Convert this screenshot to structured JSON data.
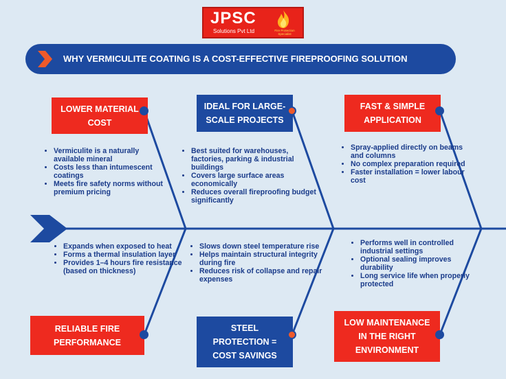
{
  "logo": {
    "name": "JPSC",
    "subtitle": "Solutions Pvt Ltd",
    "tagline": "Fire Protection Specialist"
  },
  "banner": {
    "title": "WHY VERMICULITE COATING IS A COST-EFFECTIVE FIREPROOFING SOLUTION"
  },
  "colors": {
    "red": "#ee2a1f",
    "blue": "#1d4aa0",
    "background": "#dde9f3",
    "dot_orange": "#ee5a2b"
  },
  "top": [
    {
      "title_lines": [
        "LOWER MATERIAL",
        "COST"
      ],
      "points": [
        "Vermiculite is a naturally available mineral",
        "Costs less than intumescent coatings",
        "Meets fire safety norms without premium pricing"
      ]
    },
    {
      "title_lines": [
        "IDEAL FOR LARGE-",
        "SCALE PROJECTS"
      ],
      "points": [
        "Best suited for warehouses, factories, parking & industrial buildings",
        "Covers large surface areas economically",
        "Reduces overall fireproofing budget significantly"
      ]
    },
    {
      "title_lines": [
        "FAST & SIMPLE",
        "APPLICATION"
      ],
      "points": [
        "Spray-applied directly on beams and columns",
        "No complex preparation required",
        "Faster installation = lower labour cost"
      ]
    }
  ],
  "bottom": [
    {
      "title_lines": [
        "RELIABLE FIRE",
        "PERFORMANCE"
      ],
      "points": [
        "Expands when exposed to heat",
        "Forms a thermal insulation layer",
        "Provides 1–4 hours fire resistance (based on thickness)"
      ]
    },
    {
      "title_lines": [
        "STEEL",
        "PROTECTION =",
        "COST SAVINGS"
      ],
      "points": [
        "Slows down steel temperature rise",
        "Helps maintain structural integrity during fire",
        "Reduces risk of collapse and repair expenses"
      ]
    },
    {
      "title_lines": [
        "LOW MAINTENANCE",
        "IN THE RIGHT",
        "ENVIRONMENT"
      ],
      "points": [
        "Performs well in controlled industrial settings",
        "Optional sealing improves durability",
        "Long service life when properly protected"
      ]
    }
  ]
}
